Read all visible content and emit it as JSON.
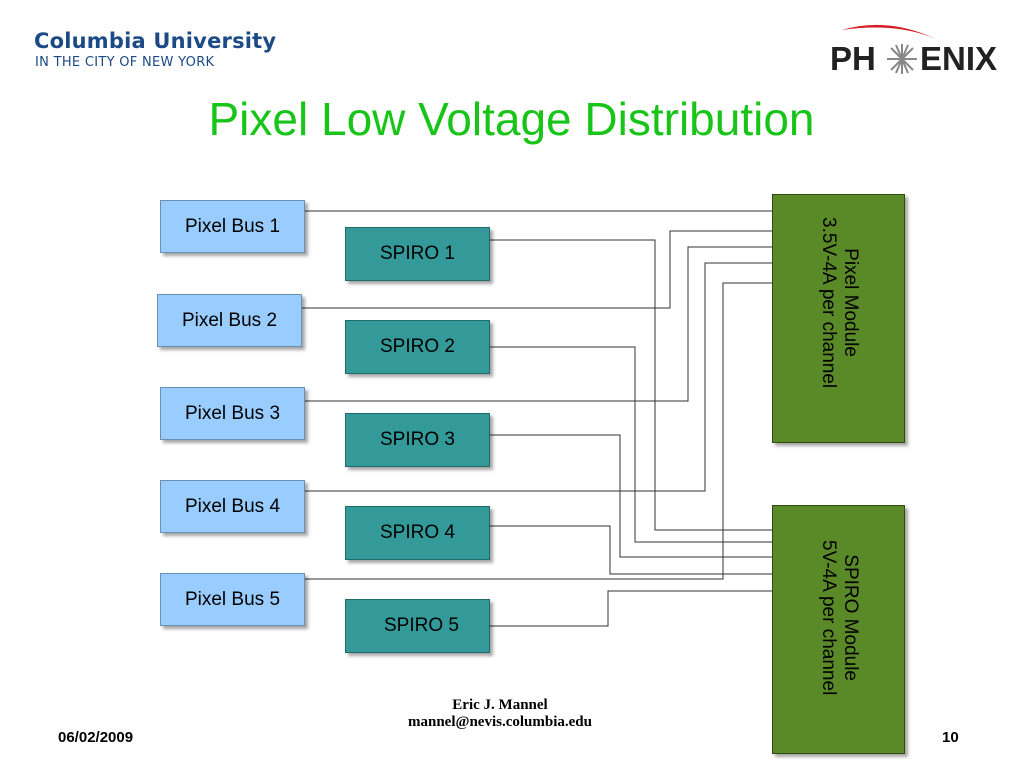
{
  "header": {
    "university": "Columbia University",
    "subtitle": "IN THE CITY OF NEW YORK",
    "logo_text_left": "PH",
    "logo_text_right": "ENIX"
  },
  "title": "Pixel Low Voltage Distribution",
  "diagram": {
    "pixel_buses": [
      "Pixel Bus 1",
      "Pixel Bus 2",
      "Pixel Bus 3",
      "Pixel Bus 4",
      "Pixel Bus 5"
    ],
    "spiros": [
      "SPIRO 1",
      "SPIRO 2",
      "SPIRO 3",
      "SPIRO 4",
      "SPIRO 5"
    ],
    "pixel_module": {
      "line1": "Pixel Module",
      "line2": "3.5V-4A per channel"
    },
    "spiro_module": {
      "line1": "SPIRO Module",
      "line2": "5V-4A per channel"
    }
  },
  "footer": {
    "author": "Eric J. Mannel",
    "email": "mannel@nevis.columbia.edu",
    "date": "06/02/2009",
    "page": "10"
  },
  "colors": {
    "title": "#19c419",
    "bus_fill": "#99ccff",
    "spiro_fill": "#339999",
    "module_fill": "#5a8a28",
    "university": "#1b4a86",
    "logo_red": "#d62027"
  }
}
